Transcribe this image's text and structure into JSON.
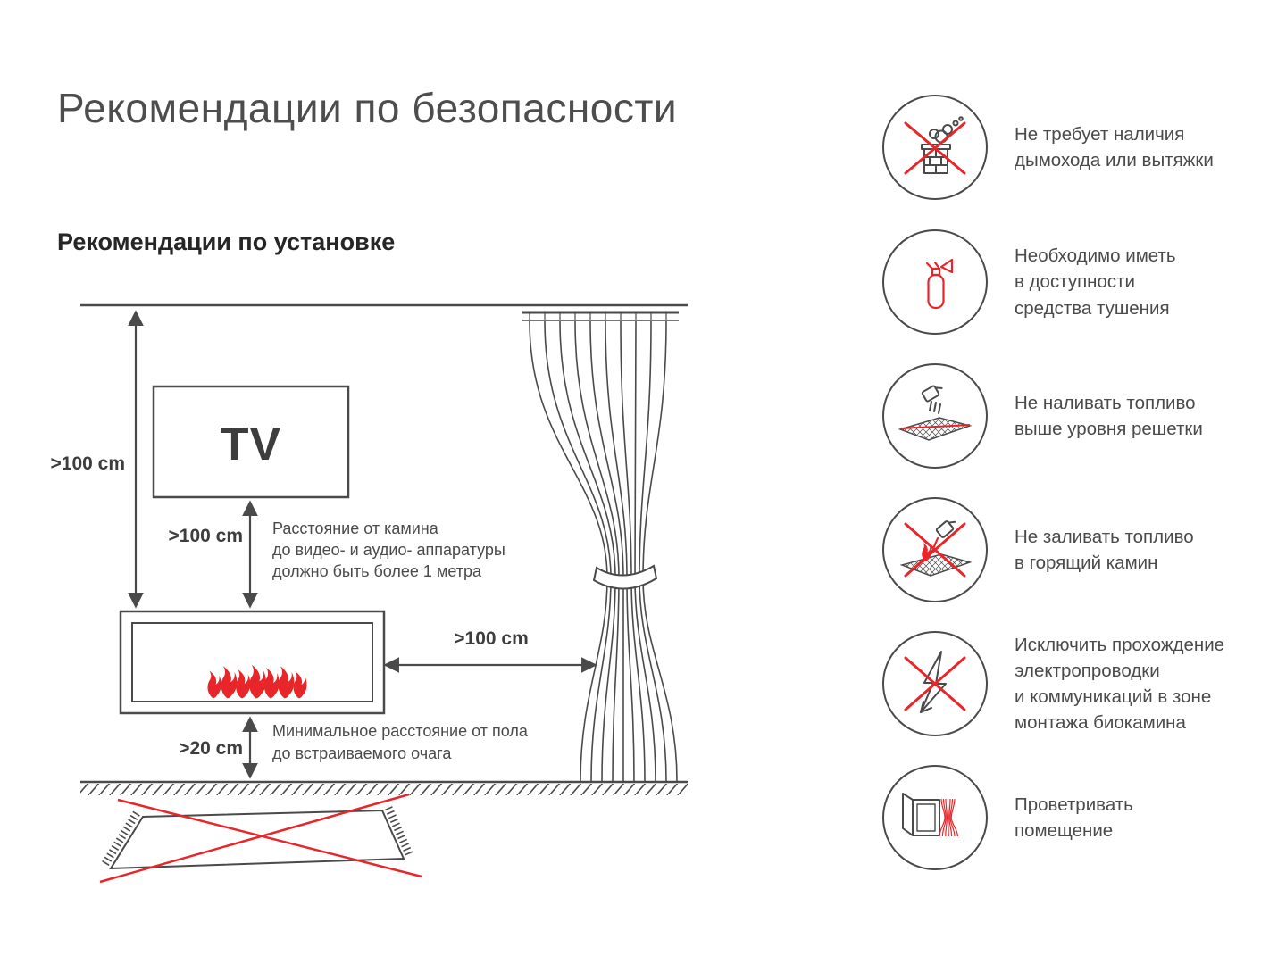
{
  "title": "Рекомендации по безопасности",
  "section_title": "Рекомендации по установке",
  "colors": {
    "line_gray": "#4a4a4a",
    "accent_red": "#e8262a"
  },
  "diagram": {
    "tv_label": "TV",
    "dist_left": ">100 cm",
    "dist_tv": ">100 cm",
    "dist_curtain": ">100 cm",
    "dist_floor": ">20 cm",
    "note_tv": {
      "line1": "Расстояние от камина",
      "line2": "до видео- и аудио- аппаратуры",
      "line3": "должно быть более 1 метра"
    },
    "note_floor": {
      "line1": "Минимальное расстояние от пола",
      "line2": "до встраиваемого очага"
    }
  },
  "safety": {
    "items": [
      {
        "icon": "no-chimney-icon",
        "text": "Не требует наличия\nдымохода или вытяжки"
      },
      {
        "icon": "extinguisher-icon",
        "text": "Необходимо иметь\nв доступности\nсредства тушения"
      },
      {
        "icon": "fuel-level-icon",
        "text": "Не наливать топливо\nвыше уровня решетки"
      },
      {
        "icon": "no-refill-burning-icon",
        "text": "Не заливать топливо\nв горящий камин"
      },
      {
        "icon": "no-wiring-icon",
        "text": "Исключить прохождение\nэлектропроводки\nи коммуникаций в зоне\nмонтажа биокамина"
      },
      {
        "icon": "ventilate-icon",
        "text": "Проветривать\nпомещение"
      }
    ]
  }
}
